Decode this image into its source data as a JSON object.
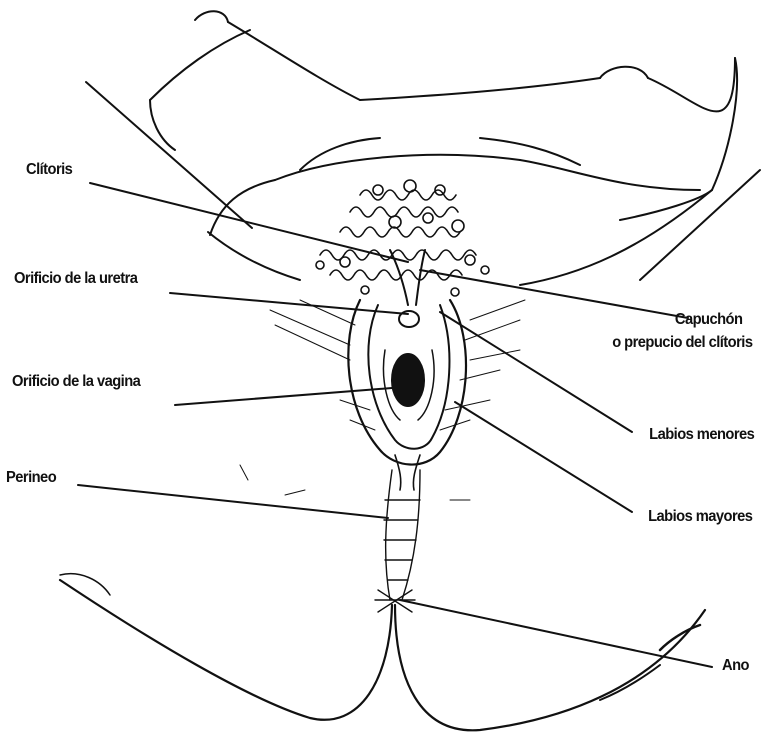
{
  "labels": {
    "clitoris": "Clítoris",
    "urethra": "Orificio de la uretra",
    "vagina": "Orificio de la vagina",
    "perineum": "Perineo",
    "hood_line1": "Capuchón",
    "hood_line2": "o prepucio del clítoris",
    "labia_minora": "Labios menores",
    "labia_majora": "Labios mayores",
    "anus": "Ano"
  },
  "colors": {
    "ink": "#111111",
    "paper": "#ffffff"
  }
}
